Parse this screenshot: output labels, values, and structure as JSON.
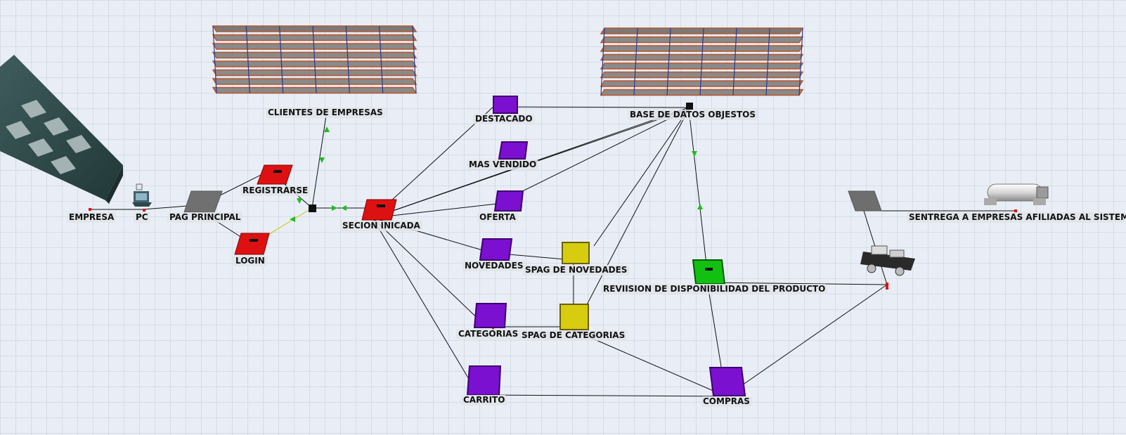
{
  "colors": {
    "background": "#e9eef6",
    "grid": "#bcc6d3",
    "queue_red": "#dd1111",
    "processor_purple": "#7b10d0",
    "processor_yellow": "#d8cc10",
    "separator_green": "#12c012",
    "source_gray": "#707070",
    "rack_shelf": "#b8542a",
    "rack_frame": "#2a3a8c",
    "connector_line": "#111111",
    "arrow_green": "#22bb22"
  },
  "icons": {
    "computer": "pc-icon",
    "sink": "tank-icon",
    "transporter": "truck-icon",
    "building": "building-icon"
  },
  "labels": {
    "empresa": "EMPRESA",
    "pc": "PC",
    "pag_principal": "PAG PRINCIPAL",
    "registrarse": "REGISTRARSE",
    "login": "LOGIN",
    "clientes": "CLIENTES DE EMPRESAS",
    "sesion": "SECION INICADA",
    "destacado": "DESTACADO",
    "mas_vendido": "MAS VENDIDO",
    "oferta": "OFERTA",
    "novedades": "NOVEDADES",
    "spag_novedades": "SPAG DE NOVEDADES",
    "categorias": "CATEGORIAS",
    "spag_categorias": "SPAG DE CATEGORIAS",
    "carrito": "CARRITO",
    "base_datos": "BASE DE  DATOS OBJESTOS",
    "revision": "REVIISION DE DISPONIBILIDAD DEL PRODUCTO",
    "compras": "COMPRAS",
    "entrega": "SENTREGA A EMPRESAS AFILIADAS AL SISTEMA"
  }
}
